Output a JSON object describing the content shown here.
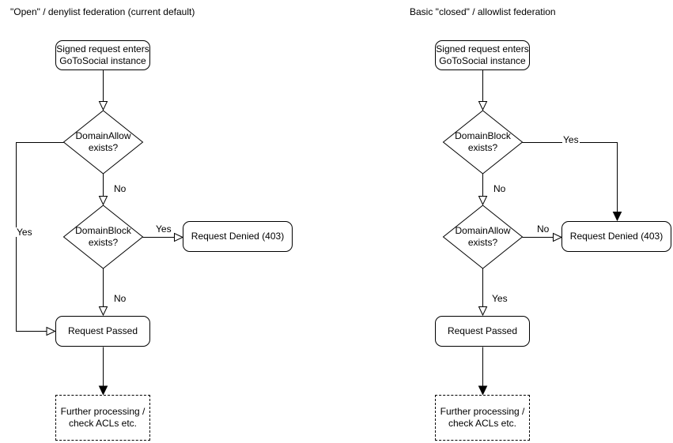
{
  "colors": {
    "stroke": "#000000",
    "text": "#000000",
    "background": "#ffffff"
  },
  "left": {
    "title": "\"Open\" / denylist federation (current default)",
    "start": {
      "line1": "Signed request enters",
      "line2": "GoToSocial instance"
    },
    "decision1": {
      "line1": "DomainAllow",
      "line2": "exists?"
    },
    "decision2": {
      "line1": "DomainBlock",
      "line2": "exists?"
    },
    "labels": {
      "decision1_no": "No",
      "decision1_yes": "Yes",
      "decision2_yes": "Yes",
      "decision2_no": "No"
    },
    "denied": "Request Denied (403)",
    "passed": "Request Passed",
    "further": {
      "line1": "Further processing /",
      "line2": "check ACLs etc."
    }
  },
  "right": {
    "title": "Basic \"closed\" / allowlist federation",
    "start": {
      "line1": "Signed request enters",
      "line2": "GoToSocial instance"
    },
    "decision1": {
      "line1": "DomainBlock",
      "line2": "exists?"
    },
    "decision2": {
      "line1": "DomainAllow",
      "line2": "exists?"
    },
    "labels": {
      "decision1_yes": "Yes",
      "decision1_no": "No",
      "decision2_no": "No",
      "decision2_yes": "Yes"
    },
    "denied": "Request Denied (403)",
    "passed": "Request Passed",
    "further": {
      "line1": "Further processing /",
      "line2": "check ACLs etc."
    }
  }
}
